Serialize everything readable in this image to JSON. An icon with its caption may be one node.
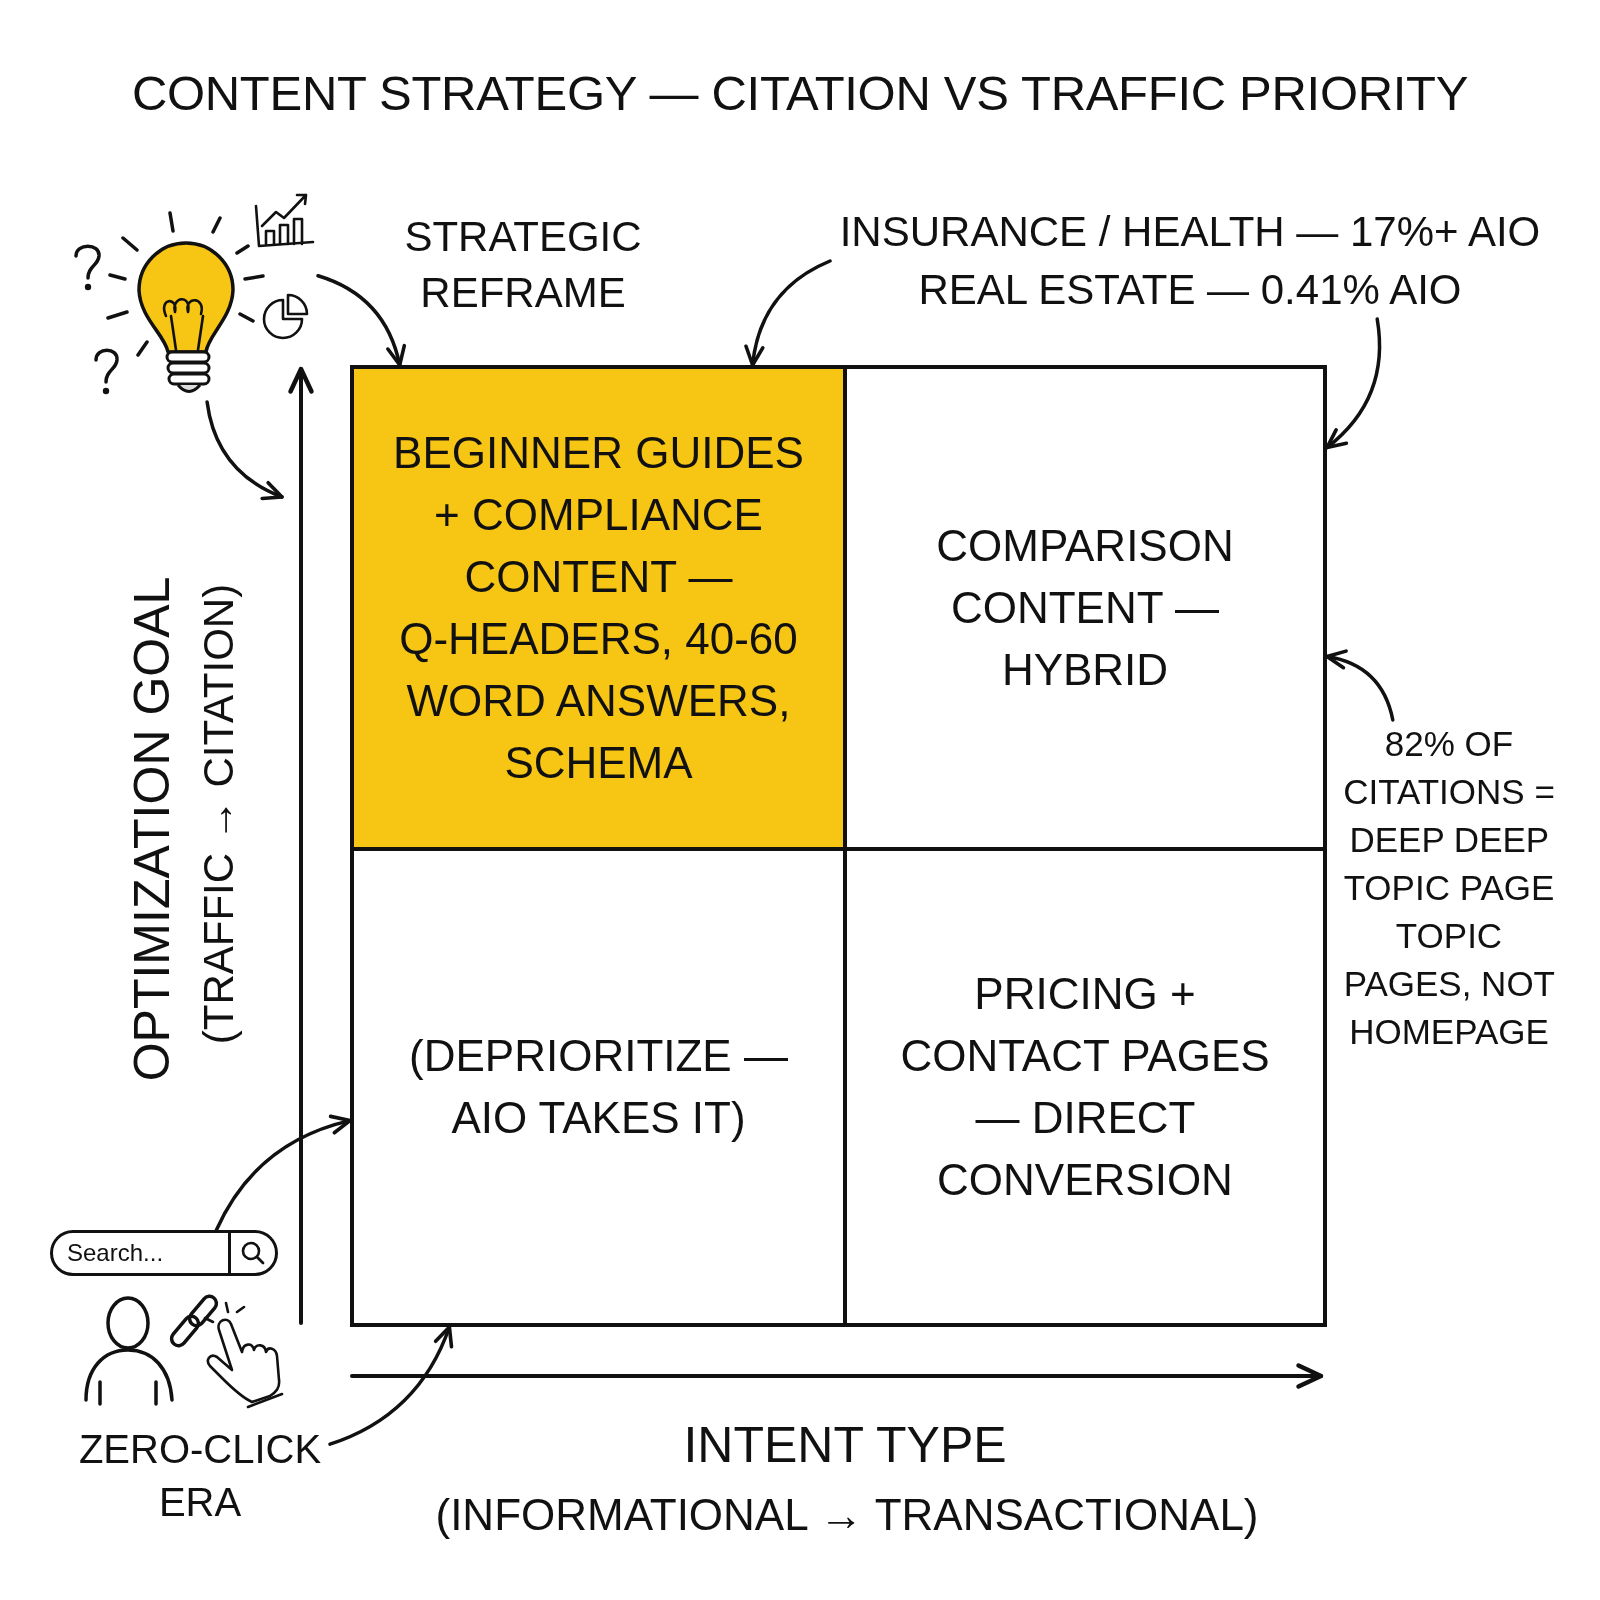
{
  "diagram": {
    "title": "CONTENT STRATEGY — CITATION VS TRAFFIC PRIORITY",
    "nodes": [
      {
        "text": [],
        "shape": "picture"
      },
      {
        "text": [
          "INSURANCE / HEALTH — 17%+ AIO",
          "REAL ESTATE — 0.41% AIO"
        ]
      },
      {
        "text": [
          "BEGINNER GUIDES + COMPLIANCE CONTENT — Q-HEADERS, 40-60 WORD ANSWERS, SCHEMA"
        ]
      },
      {
        "text": [
          "COMPARISON CONTENT — HYBRID"
        ]
      },
      {
        "text": [
          "82% OF CITATIONS = DEEP DEEP TOPIC PAGE TOPIC PAGES, NOT HOMEPAGE"
        ]
      },
      {
        "text": [
          "(DEPRIORITIZE — AIO TAKES IT)"
        ]
      },
      {
        "text": [
          "PRICING + CONTACT PAGES — DIRECT CONVERSION"
        ]
      },
      {
        "text": [
          "Search..."
        ]
      },
      {
        "text": [
          "ZERO-CLICK ERA"
        ]
      }
    ],
    "edges": [
      {
        "from": 0,
        "to": 2,
        "arrow": "to",
        "label": "STRATEGIC REFRAME"
      },
      {
        "from": 0,
        "to": null,
        "arrow": "to"
      },
      {
        "from": 1,
        "to": 2,
        "arrow": "to"
      },
      {
        "from": 1,
        "to": 3,
        "arrow": "to"
      },
      {
        "from": 4,
        "to": 3,
        "arrow": "to"
      },
      {
        "from": 7,
        "to": 5,
        "arrow": "to"
      },
      {
        "from": 8,
        "to": 5,
        "arrow": "to"
      }
    ],
    "labels": [
      "OPTIMIZATION GOAL",
      "(TRAFFIC → CITATION)",
      "INTENT TYPE",
      "(INFORMATIONAL → TRANSACTIONAL)"
    ]
  }
}
